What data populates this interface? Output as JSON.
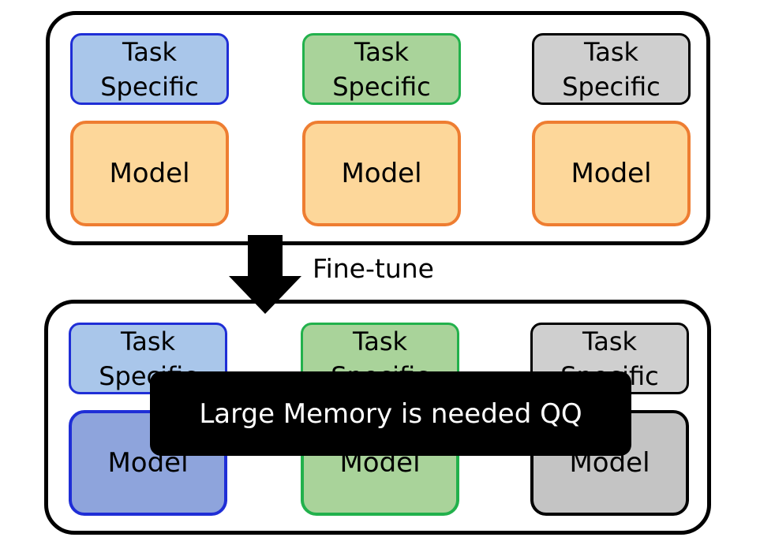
{
  "top": {
    "columns": [
      {
        "task_label": "Task\nSpecific",
        "model_label": "Model"
      },
      {
        "task_label": "Task\nSpecific",
        "model_label": "Model"
      },
      {
        "task_label": "Task\nSpecific",
        "model_label": "Model"
      }
    ]
  },
  "arrow_label": "Fine-tune",
  "bottom": {
    "columns": [
      {
        "task_label": "Task\nSpecific",
        "model_label": "Model"
      },
      {
        "task_label": "Task\nSpecific",
        "model_label": "Model"
      },
      {
        "task_label": "Task\nSpecific",
        "model_label": "Model"
      }
    ]
  },
  "banner_text": "Large Memory is needed QQ",
  "colors": {
    "blue_border": "#1f2ed6",
    "blue_fill": "#a9c6ea",
    "green_border": "#22b14c",
    "green_fill": "#a9d39a",
    "gray_border": "#000000",
    "gray_fill": "#cfcfcf",
    "orange_border": "#ee7d31",
    "orange_fill": "#fdd79a",
    "blue_model_fill": "#8ea4dc",
    "gray_model_fill": "#c4c4c4"
  }
}
